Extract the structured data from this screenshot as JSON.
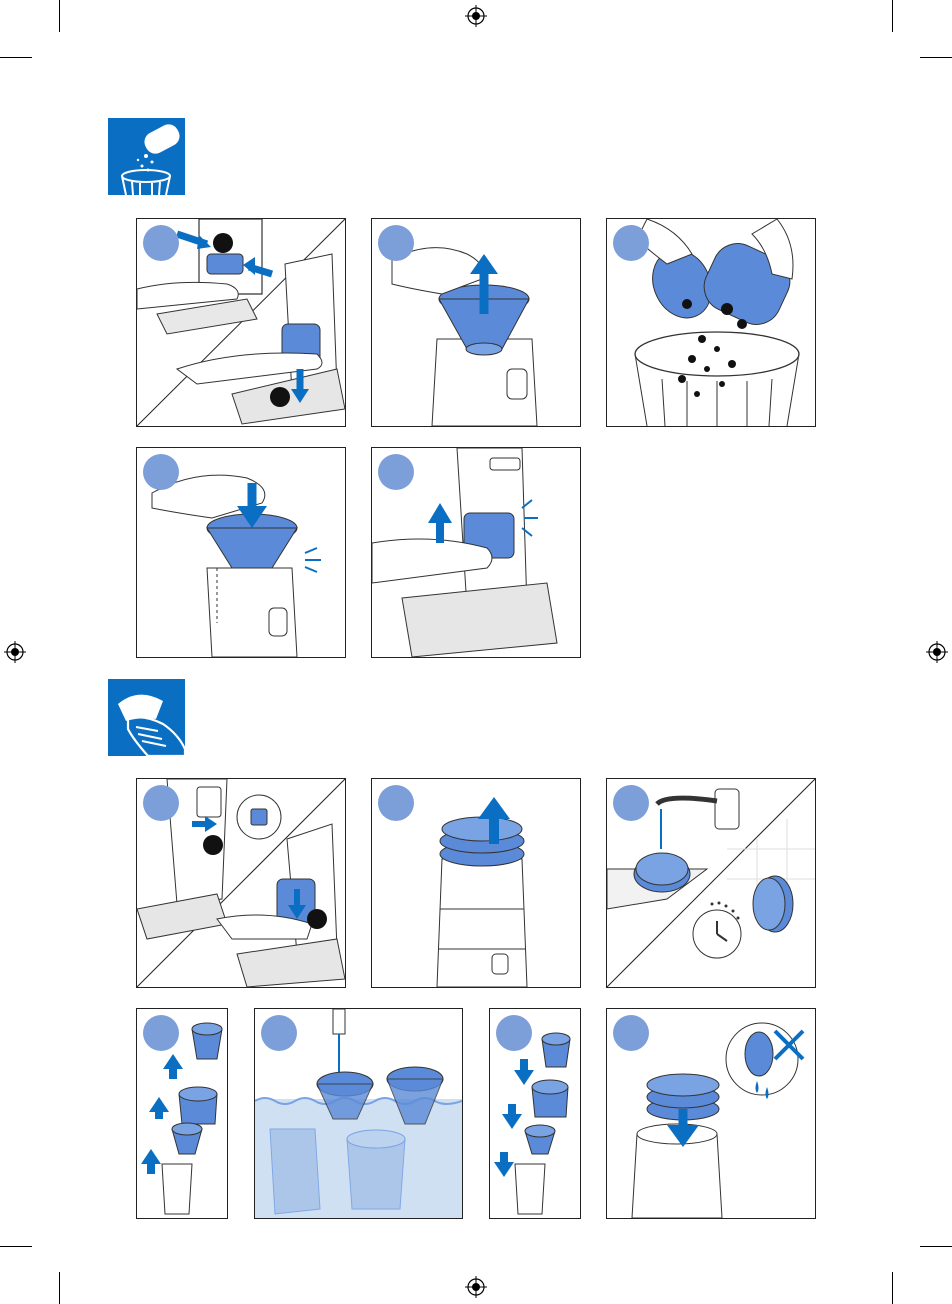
{
  "sections": [
    {
      "id": "empty-dust-container",
      "icon": "trash-bin-pouring-icon",
      "color": "#0a6fc2",
      "steps": [
        {
          "badge": "",
          "icon": "detach-container-illustration"
        },
        {
          "badge": "",
          "icon": "lift-filter-illustration"
        },
        {
          "badge": "",
          "icon": "empty-into-bin-illustration"
        },
        {
          "badge": "",
          "icon": "insert-filter-illustration"
        },
        {
          "badge": "",
          "icon": "reattach-container-illustration"
        }
      ]
    },
    {
      "id": "clean-filters",
      "icon": "hand-wiping-icon",
      "color": "#0a6fc2",
      "steps": [
        {
          "badge": "",
          "icon": "release-container-illustration"
        },
        {
          "badge": "",
          "icon": "remove-filter-cap-illustration"
        },
        {
          "badge": "",
          "icon": "rinse-and-dry-illustration"
        },
        {
          "badge": "",
          "icon": "disassemble-filters-illustration"
        },
        {
          "badge": "",
          "icon": "wash-in-water-illustration"
        },
        {
          "badge": "",
          "icon": "reassemble-filters-illustration"
        },
        {
          "badge": "",
          "icon": "dry-filter-before-insert-illustration"
        }
      ]
    }
  ],
  "colors": {
    "accent": "#0a6fc2",
    "part_blue": "#5b8bd8",
    "badge": "#7d9fd9",
    "water": "#cfe0f3"
  }
}
